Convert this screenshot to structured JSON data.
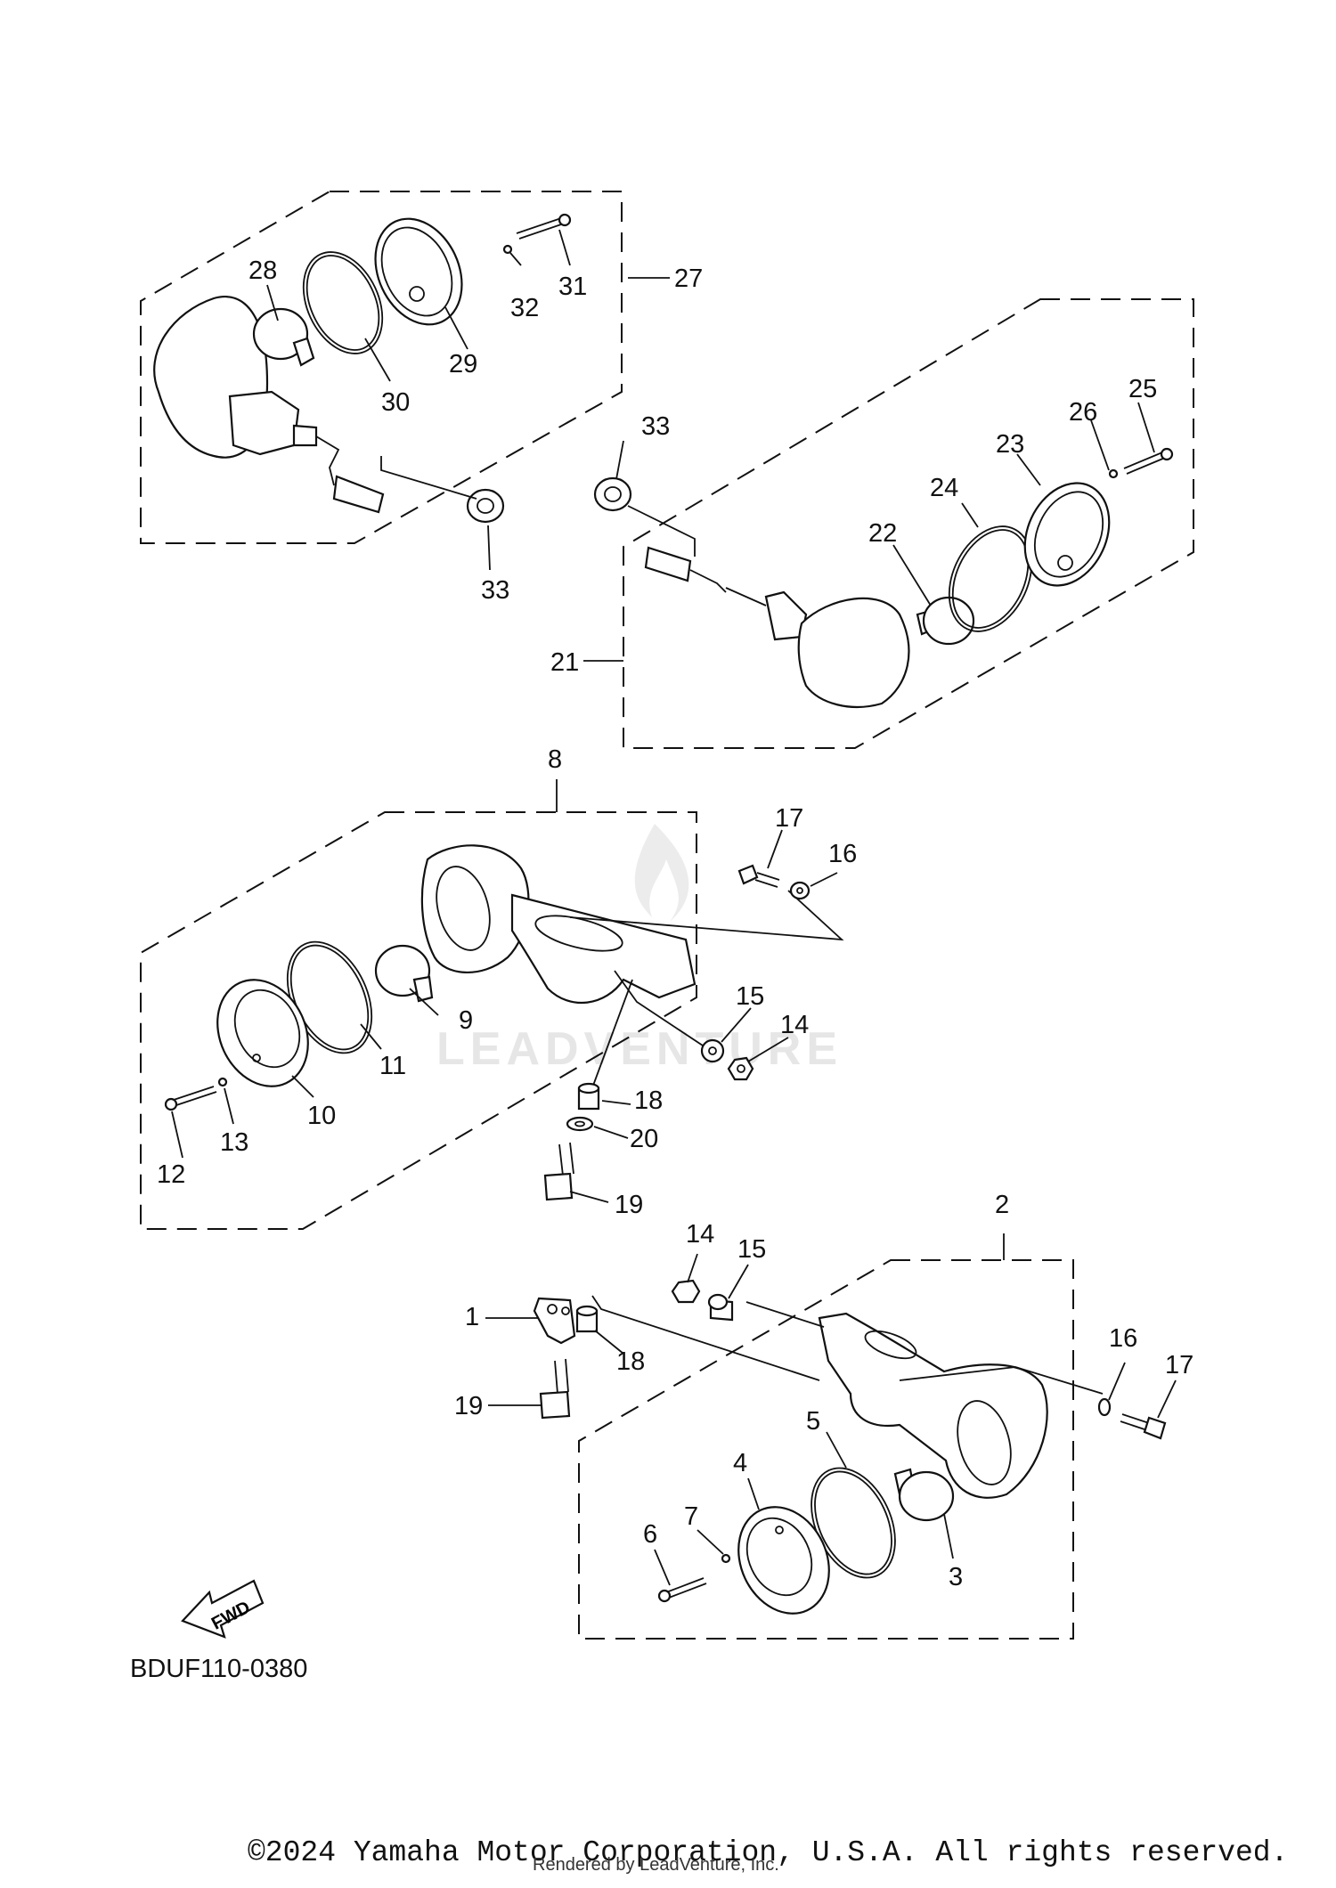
{
  "diagram": {
    "code": "BDUF110-0380",
    "copyright": "©2024 Yamaha Motor Corporation, U.S.A. All rights reserved.",
    "rendered_by": "Rendered by LeadVenture, Inc.",
    "watermark": "LEADVENTURE",
    "fwd_label": "FWD"
  },
  "callouts": [
    {
      "id": "c1",
      "label": "1"
    },
    {
      "id": "c2",
      "label": "2"
    },
    {
      "id": "c3",
      "label": "3"
    },
    {
      "id": "c4",
      "label": "4"
    },
    {
      "id": "c5",
      "label": "5"
    },
    {
      "id": "c6",
      "label": "6"
    },
    {
      "id": "c7",
      "label": "7"
    },
    {
      "id": "c8",
      "label": "8"
    },
    {
      "id": "c9",
      "label": "9"
    },
    {
      "id": "c10",
      "label": "10"
    },
    {
      "id": "c11",
      "label": "11"
    },
    {
      "id": "c12",
      "label": "12"
    },
    {
      "id": "c13",
      "label": "13"
    },
    {
      "id": "c14a",
      "label": "14"
    },
    {
      "id": "c14b",
      "label": "14"
    },
    {
      "id": "c15a",
      "label": "15"
    },
    {
      "id": "c15b",
      "label": "15"
    },
    {
      "id": "c16a",
      "label": "16"
    },
    {
      "id": "c16b",
      "label": "16"
    },
    {
      "id": "c17a",
      "label": "17"
    },
    {
      "id": "c17b",
      "label": "17"
    },
    {
      "id": "c18a",
      "label": "18"
    },
    {
      "id": "c18b",
      "label": "18"
    },
    {
      "id": "c19a",
      "label": "19"
    },
    {
      "id": "c19b",
      "label": "19"
    },
    {
      "id": "c20",
      "label": "20"
    },
    {
      "id": "c21",
      "label": "21"
    },
    {
      "id": "c22",
      "label": "22"
    },
    {
      "id": "c23",
      "label": "23"
    },
    {
      "id": "c24",
      "label": "24"
    },
    {
      "id": "c25",
      "label": "25"
    },
    {
      "id": "c26",
      "label": "26"
    },
    {
      "id": "c27",
      "label": "27"
    },
    {
      "id": "c28",
      "label": "28"
    },
    {
      "id": "c29",
      "label": "29"
    },
    {
      "id": "c30",
      "label": "30"
    },
    {
      "id": "c31",
      "label": "31"
    },
    {
      "id": "c32",
      "label": "32"
    },
    {
      "id": "c33a",
      "label": "33"
    },
    {
      "id": "c33b",
      "label": "33"
    }
  ]
}
